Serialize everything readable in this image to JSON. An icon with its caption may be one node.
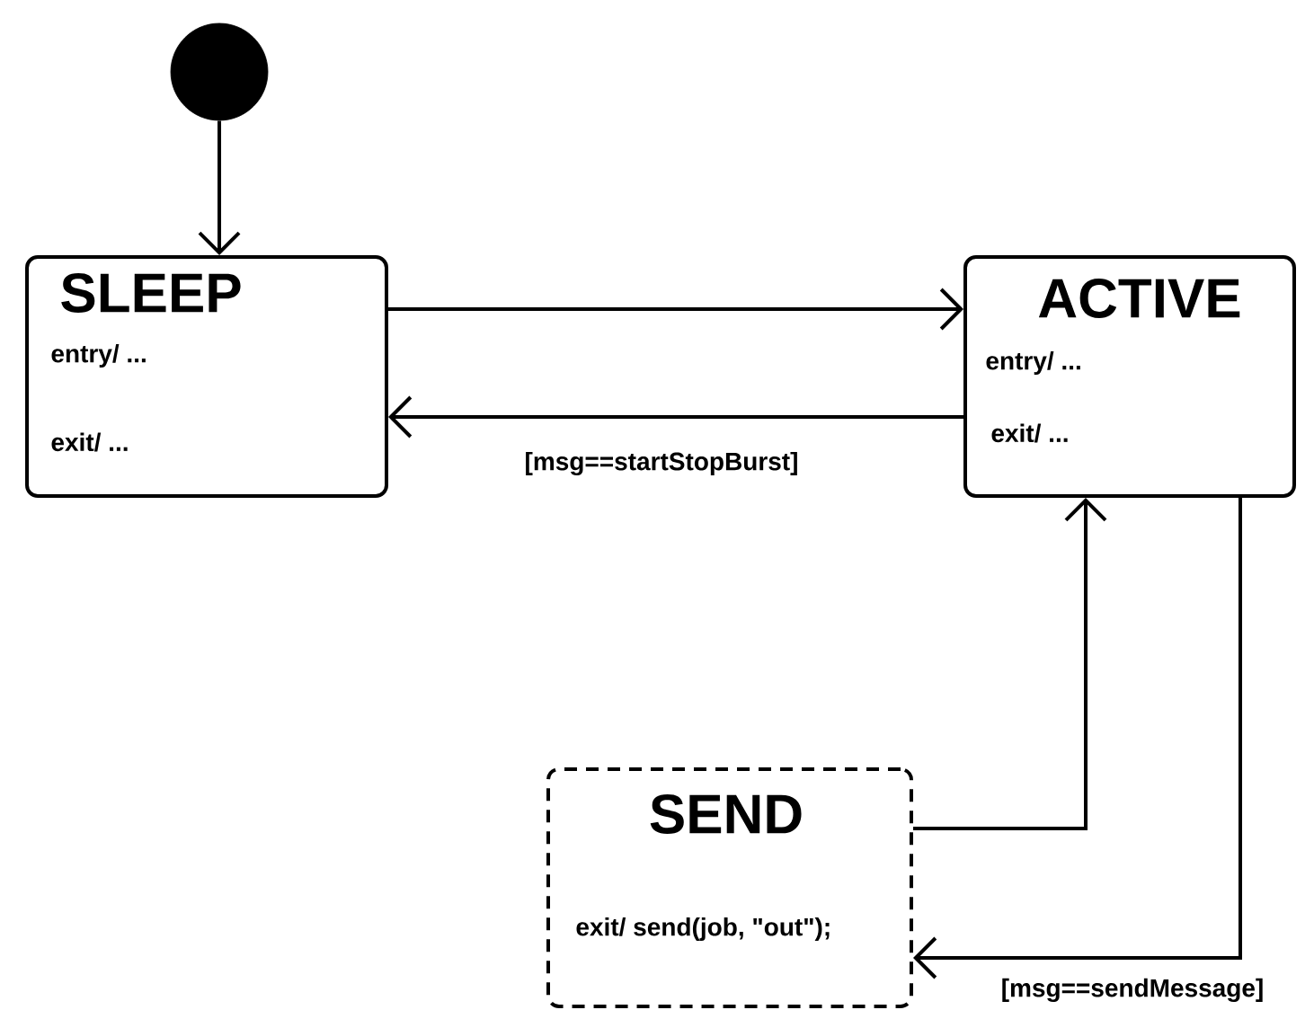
{
  "diagram": {
    "nodes": [
      {
        "text": [],
        "shape": "circle"
      },
      {
        "text": [
          "SLEEP",
          "entry/ ...",
          "exit/ ..."
        ]
      },
      {
        "text": [
          "ACTIVE",
          "entry/ ...",
          "exit/ ..."
        ]
      },
      {
        "text": [
          "SEND",
          "exit/ send(job, \"out\");"
        ]
      }
    ],
    "edges": [
      {
        "from": 0,
        "to": 1,
        "arrow": "to"
      },
      {
        "from": 1,
        "to": 2,
        "arrow": "to"
      },
      {
        "from": 2,
        "to": 1,
        "arrow": "to",
        "label": "[msg==startStopBurst]"
      },
      {
        "from": 3,
        "to": 2,
        "arrow": "to"
      },
      {
        "from": 2,
        "to": 3,
        "arrow": "to",
        "label": "[msg==sendMessage]"
      }
    ]
  }
}
